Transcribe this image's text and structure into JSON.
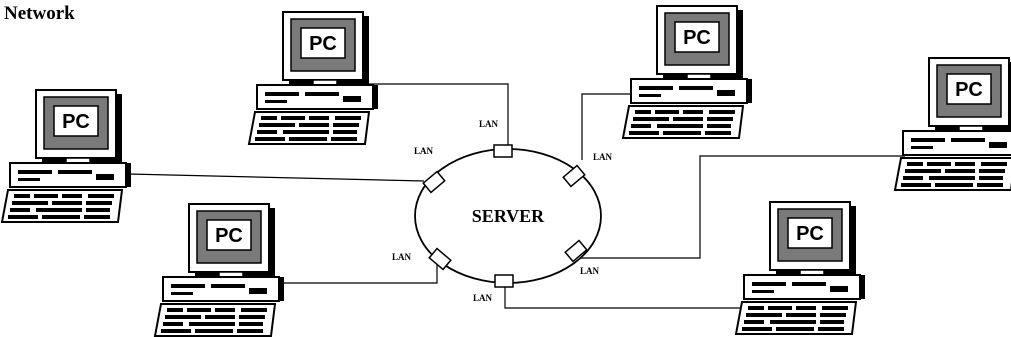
{
  "title": "Network",
  "server": {
    "label": "SERVER"
  },
  "computers": [
    {
      "label": "PC"
    },
    {
      "label": "PC"
    },
    {
      "label": "PC"
    },
    {
      "label": "PC"
    },
    {
      "label": "PC"
    },
    {
      "label": "PC"
    }
  ],
  "lan_ports": [
    {
      "label": "LAN"
    },
    {
      "label": "LAN"
    },
    {
      "label": "LAN"
    },
    {
      "label": "LAN"
    },
    {
      "label": "LAN"
    },
    {
      "label": "LAN"
    }
  ]
}
